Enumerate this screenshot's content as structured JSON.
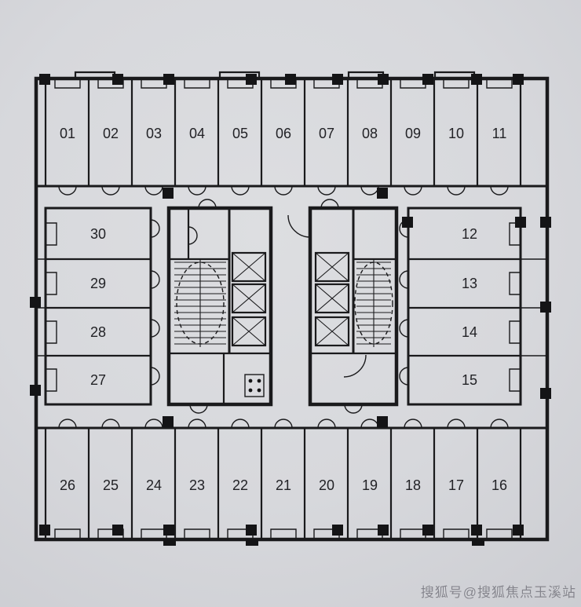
{
  "floor_plan": {
    "top_units": [
      "01",
      "02",
      "03",
      "04",
      "05",
      "06",
      "07",
      "08",
      "09",
      "10",
      "11"
    ],
    "right_units": [
      "12",
      "13",
      "14",
      "15"
    ],
    "bottom_units": [
      "26",
      "25",
      "24",
      "23",
      "22",
      "21",
      "20",
      "19",
      "18",
      "17",
      "16"
    ],
    "left_units": [
      "30",
      "29",
      "28",
      "27"
    ]
  },
  "watermark": {
    "text": "搜狐号@搜狐焦点玉溪站"
  },
  "colors": {
    "paper": "#d8d9dd",
    "ink": "#1a1a1c",
    "watermark": "#84848c"
  }
}
